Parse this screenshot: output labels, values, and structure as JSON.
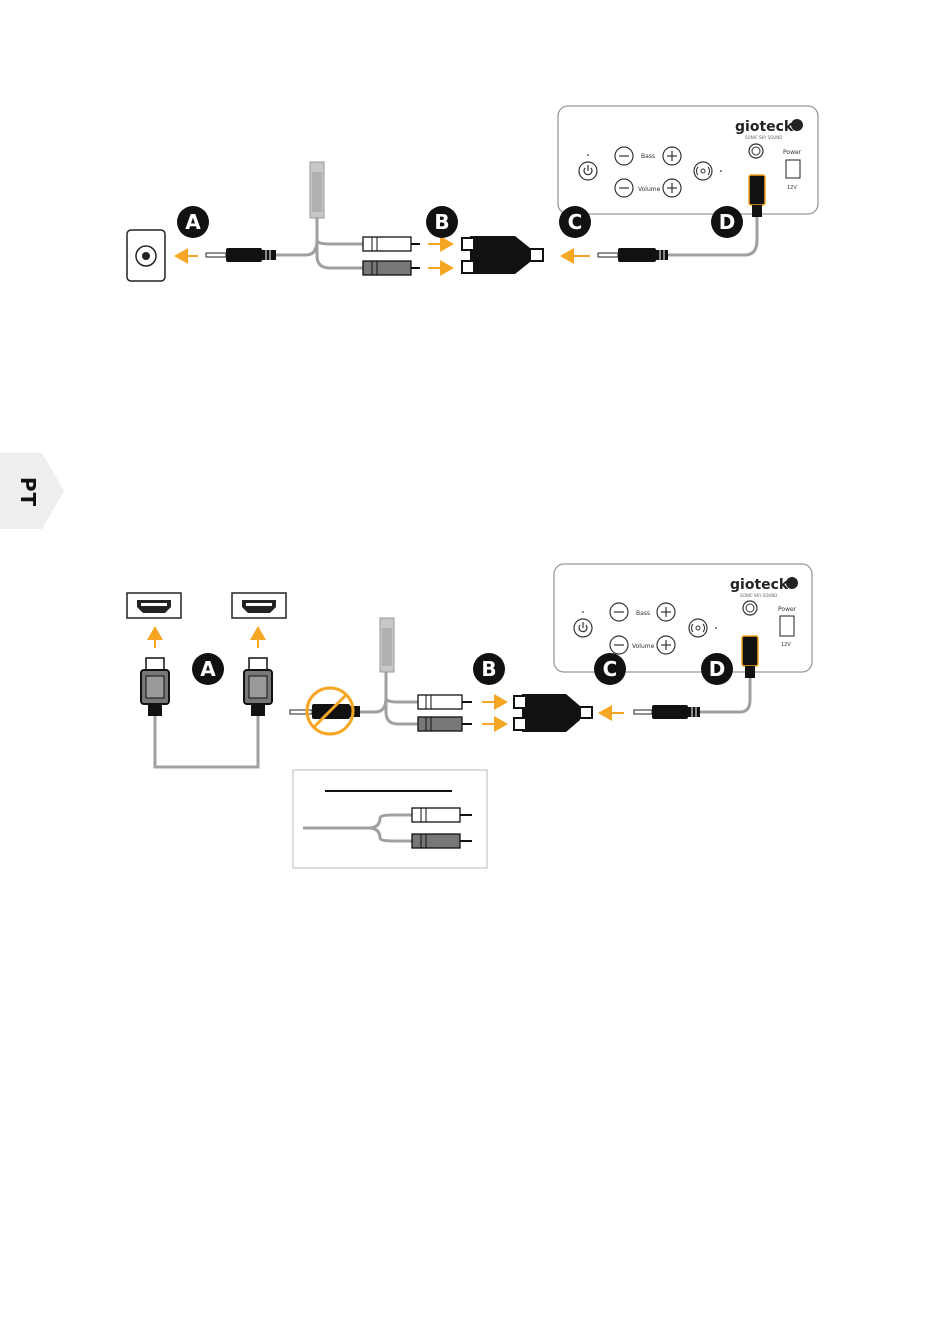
{
  "language_tab": {
    "label": "PT"
  },
  "brand": {
    "logo": "gioteck",
    "tagline": "SONIC SKY SOUND"
  },
  "soundbar_panel": {
    "bass_label": "Bass",
    "volume_label": "Volume",
    "power_label": "Power",
    "voltage_label": "12V"
  },
  "diagram1": {
    "step_labels": [
      "A",
      "B",
      "C",
      "D"
    ]
  },
  "diagram2": {
    "step_labels": [
      "A",
      "B",
      "C",
      "D"
    ]
  },
  "colors": {
    "arrow": "#f5a623",
    "cable": "#a0a0a0",
    "plug": "#111111",
    "tab": "#eeeeee",
    "no_sign": "#f5a623"
  },
  "icons": [
    "power-icon",
    "minus-icon",
    "plus-icon",
    "bluetooth-icon",
    "arrow-icon",
    "prohibited-icon",
    "hdmi-port-icon"
  ]
}
